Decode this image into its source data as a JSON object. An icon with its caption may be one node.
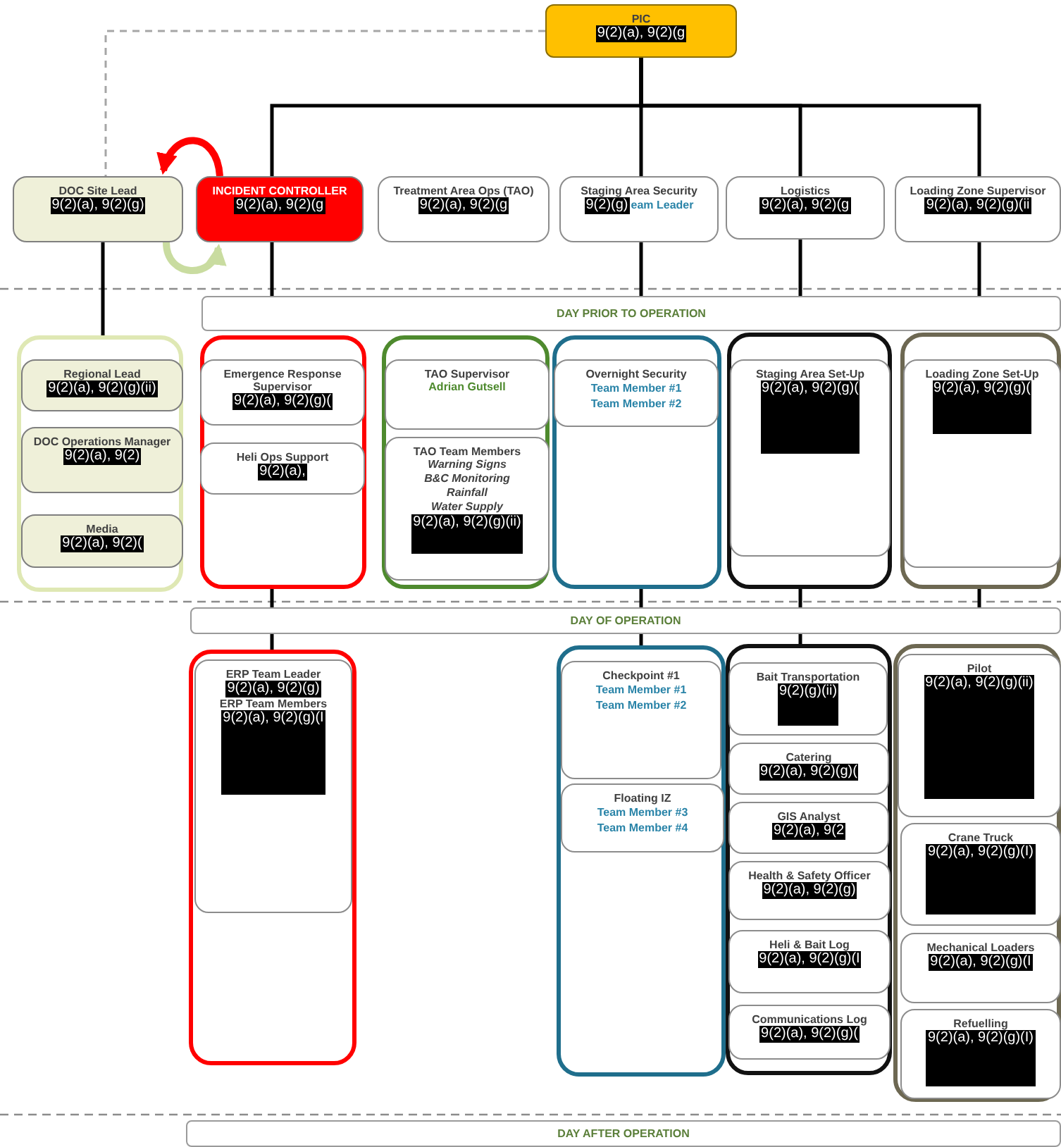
{
  "diagram": {
    "nodes": [
      {
        "text": [
          "PIC",
          "9(2)(a), 9(2)(g"
        ]
      },
      {
        "text": [
          "DOC Site Lead",
          "9(2)(a), 9(2)(g)"
        ]
      },
      {
        "text": [
          "INCIDENT CONTROLLER",
          "9(2)(a), 9(2)(g"
        ]
      },
      {
        "text": [
          "Treatment Area Ops (TAO)",
          "9(2)(a), 9(2)(g"
        ]
      },
      {
        "text": [
          "Staging Area Security",
          "9(2)(g)",
          "eam Leader"
        ]
      },
      {
        "text": [
          "Logistics",
          "9(2)(a), 9(2)(g"
        ]
      },
      {
        "text": [
          "Loading Zone Supervisor",
          "9(2)(a), 9(2)(g)(ii"
        ]
      },
      {
        "text": [
          "DAY PRIOR TO OPERATION"
        ]
      },
      {
        "text": [],
        "shape": "box"
      },
      {
        "text": [
          "Regional Lead",
          "9(2)(a), 9(2)(g)(ii)"
        ],
        "in": 8
      },
      {
        "text": [
          "DOC Operations Manager",
          "9(2)(a), 9(2)"
        ],
        "in": 8
      },
      {
        "text": [
          "Media",
          "9(2)(a), 9(2)("
        ],
        "in": 8
      },
      {
        "text": [],
        "shape": "box"
      },
      {
        "text": [
          "Emergence Response Supervisor",
          "9(2)(a), 9(2)(g)("
        ],
        "in": 12
      },
      {
        "text": [
          "Heli Ops Support",
          "9(2)(a),"
        ],
        "in": 12
      },
      {
        "text": [],
        "shape": "box"
      },
      {
        "text": [
          "TAO Supervisor",
          "Adrian Gutsell"
        ],
        "in": 15
      },
      {
        "text": [
          "TAO Team Members",
          "Warning Signs",
          "B&C Monitoring",
          "Rainfall",
          "Water Supply",
          "9(2)(a), 9(2)(g)(ii)"
        ],
        "in": 15
      },
      {
        "text": [],
        "shape": "box"
      },
      {
        "text": [
          "Overnight Security",
          "Team Member #1",
          "Team Member #2"
        ],
        "in": 18
      },
      {
        "text": [],
        "shape": "box"
      },
      {
        "text": [
          "Staging Area Set-Up",
          "9(2)(a), 9(2)(g)("
        ],
        "in": 20
      },
      {
        "text": [],
        "shape": "box"
      },
      {
        "text": [
          "Loading Zone Set-Up",
          "9(2)(a), 9(2)(g)("
        ],
        "in": 22
      },
      {
        "text": [
          "DAY OF OPERATION"
        ]
      },
      {
        "text": [],
        "shape": "box"
      },
      {
        "text": [
          "ERP Team Leader",
          "9(2)(a), 9(2)(g)",
          "ERP Team Members",
          "9(2)(a), 9(2)(g)(I"
        ],
        "in": 25
      },
      {
        "text": [],
        "shape": "box"
      },
      {
        "text": [
          "Checkpoint #1",
          "Team Member #1",
          "Team Member #2"
        ],
        "in": 27
      },
      {
        "text": [
          "Floating IZ",
          "Team Member #3",
          "Team Member #4"
        ],
        "in": 27
      },
      {
        "text": [],
        "shape": "box"
      },
      {
        "text": [
          "Bait Transportation",
          "9(2)(g)(ii)"
        ],
        "in": 30
      },
      {
        "text": [
          "Catering",
          "9(2)(a), 9(2)(g)("
        ],
        "in": 30
      },
      {
        "text": [
          "GIS Analyst",
          "9(2)(a), 9(2"
        ],
        "in": 30
      },
      {
        "text": [
          "Health & Safety Officer",
          "9(2)(a), 9(2)(g)"
        ],
        "in": 30
      },
      {
        "text": [
          "Heli & Bait Log",
          "9(2)(a), 9(2)(g)(I"
        ],
        "in": 30
      },
      {
        "text": [
          "Communications Log",
          "9(2)(a), 9(2)(g)("
        ],
        "in": 30
      },
      {
        "text": [],
        "shape": "box"
      },
      {
        "text": [
          "Pilot",
          "9(2)(a), 9(2)(g)(ii)"
        ],
        "in": 37
      },
      {
        "text": [
          "Crane Truck",
          "9(2)(a), 9(2)(g)(I)"
        ],
        "in": 37
      },
      {
        "text": [
          "Mechanical Loaders",
          "9(2)(a), 9(2)(g)(I"
        ],
        "in": 37
      },
      {
        "text": [
          "Refuelling",
          "9(2)(a), 9(2)(g)(I)"
        ],
        "in": 37
      },
      {
        "text": [
          "DAY AFTER OPERATION"
        ]
      }
    ],
    "edges": [
      {
        "from": 0,
        "to": 2,
        "arrow": "none"
      },
      {
        "from": 0,
        "to": 4,
        "arrow": "none"
      },
      {
        "from": 0,
        "to": 5,
        "arrow": "none"
      },
      {
        "from": 0,
        "to": 6,
        "arrow": "none"
      },
      {
        "from": 0,
        "to": 1,
        "arrow": "none",
        "style": "dashed",
        "color": "#a6a6a6"
      },
      {
        "from": 2,
        "to": 1,
        "arrow": "to",
        "style": "thick",
        "color": "#ff0000"
      },
      {
        "from": 1,
        "to": 2,
        "arrow": "to",
        "style": "thick",
        "color": "#c9dca0"
      },
      {
        "from": 1,
        "to": 8,
        "arrow": "none"
      },
      {
        "from": 2,
        "to": 7,
        "arrow": "none"
      },
      {
        "from": 4,
        "to": 7,
        "arrow": "none"
      },
      {
        "from": 5,
        "to": 7,
        "arrow": "none"
      },
      {
        "from": 6,
        "to": 7,
        "arrow": "none"
      },
      {
        "from": 12,
        "to": 24,
        "arrow": "none"
      },
      {
        "from": 18,
        "to": 24,
        "arrow": "none"
      },
      {
        "from": 20,
        "to": 24,
        "arrow": "none"
      },
      {
        "from": 22,
        "to": 24,
        "arrow": "none"
      },
      {
        "from": 24,
        "to": 25,
        "arrow": "none"
      },
      {
        "from": 24,
        "to": 27,
        "arrow": "none"
      },
      {
        "from": 24,
        "to": 30,
        "arrow": "none"
      }
    ]
  }
}
